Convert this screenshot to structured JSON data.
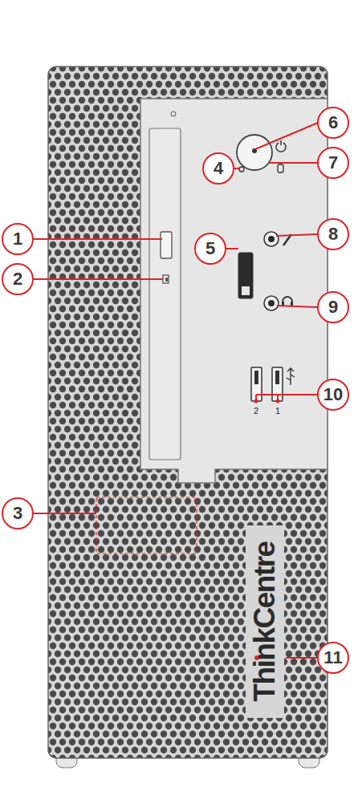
{
  "diagram": {
    "labels": [
      "1",
      "2",
      "3",
      "4",
      "5",
      "6",
      "7",
      "8",
      "9",
      "10",
      "11",
      "2",
      "1",
      "ThinkCentre"
    ]
  }
}
